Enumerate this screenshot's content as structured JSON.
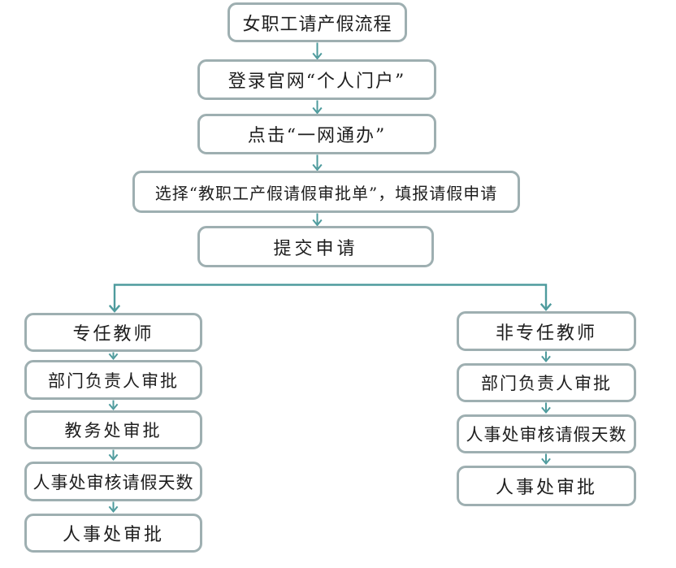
{
  "diagram": {
    "title": "女职工请产假流程",
    "main_flow": [
      {
        "label": "女职工请产假流程"
      },
      {
        "label": "登录官网“个人门户”"
      },
      {
        "label": "点击“一网通办”"
      },
      {
        "label": "选择“教职工产假请假审批单”，填报请假申请"
      },
      {
        "label": "提交申请"
      }
    ],
    "branches": {
      "left": {
        "title": "专任教师",
        "steps": [
          "部门负责人审批",
          "教务处审批",
          "人事处审核请假天数",
          "人事处审批"
        ]
      },
      "right": {
        "title": "非专任教师",
        "steps": [
          "部门负责人审批",
          "人事处审核请假天数",
          "人事处审批"
        ]
      }
    },
    "colors": {
      "box_border": "#9eafb1",
      "arrow": "#4e9b9d",
      "text": "#1e1e1e",
      "background": "#ffffff"
    }
  }
}
